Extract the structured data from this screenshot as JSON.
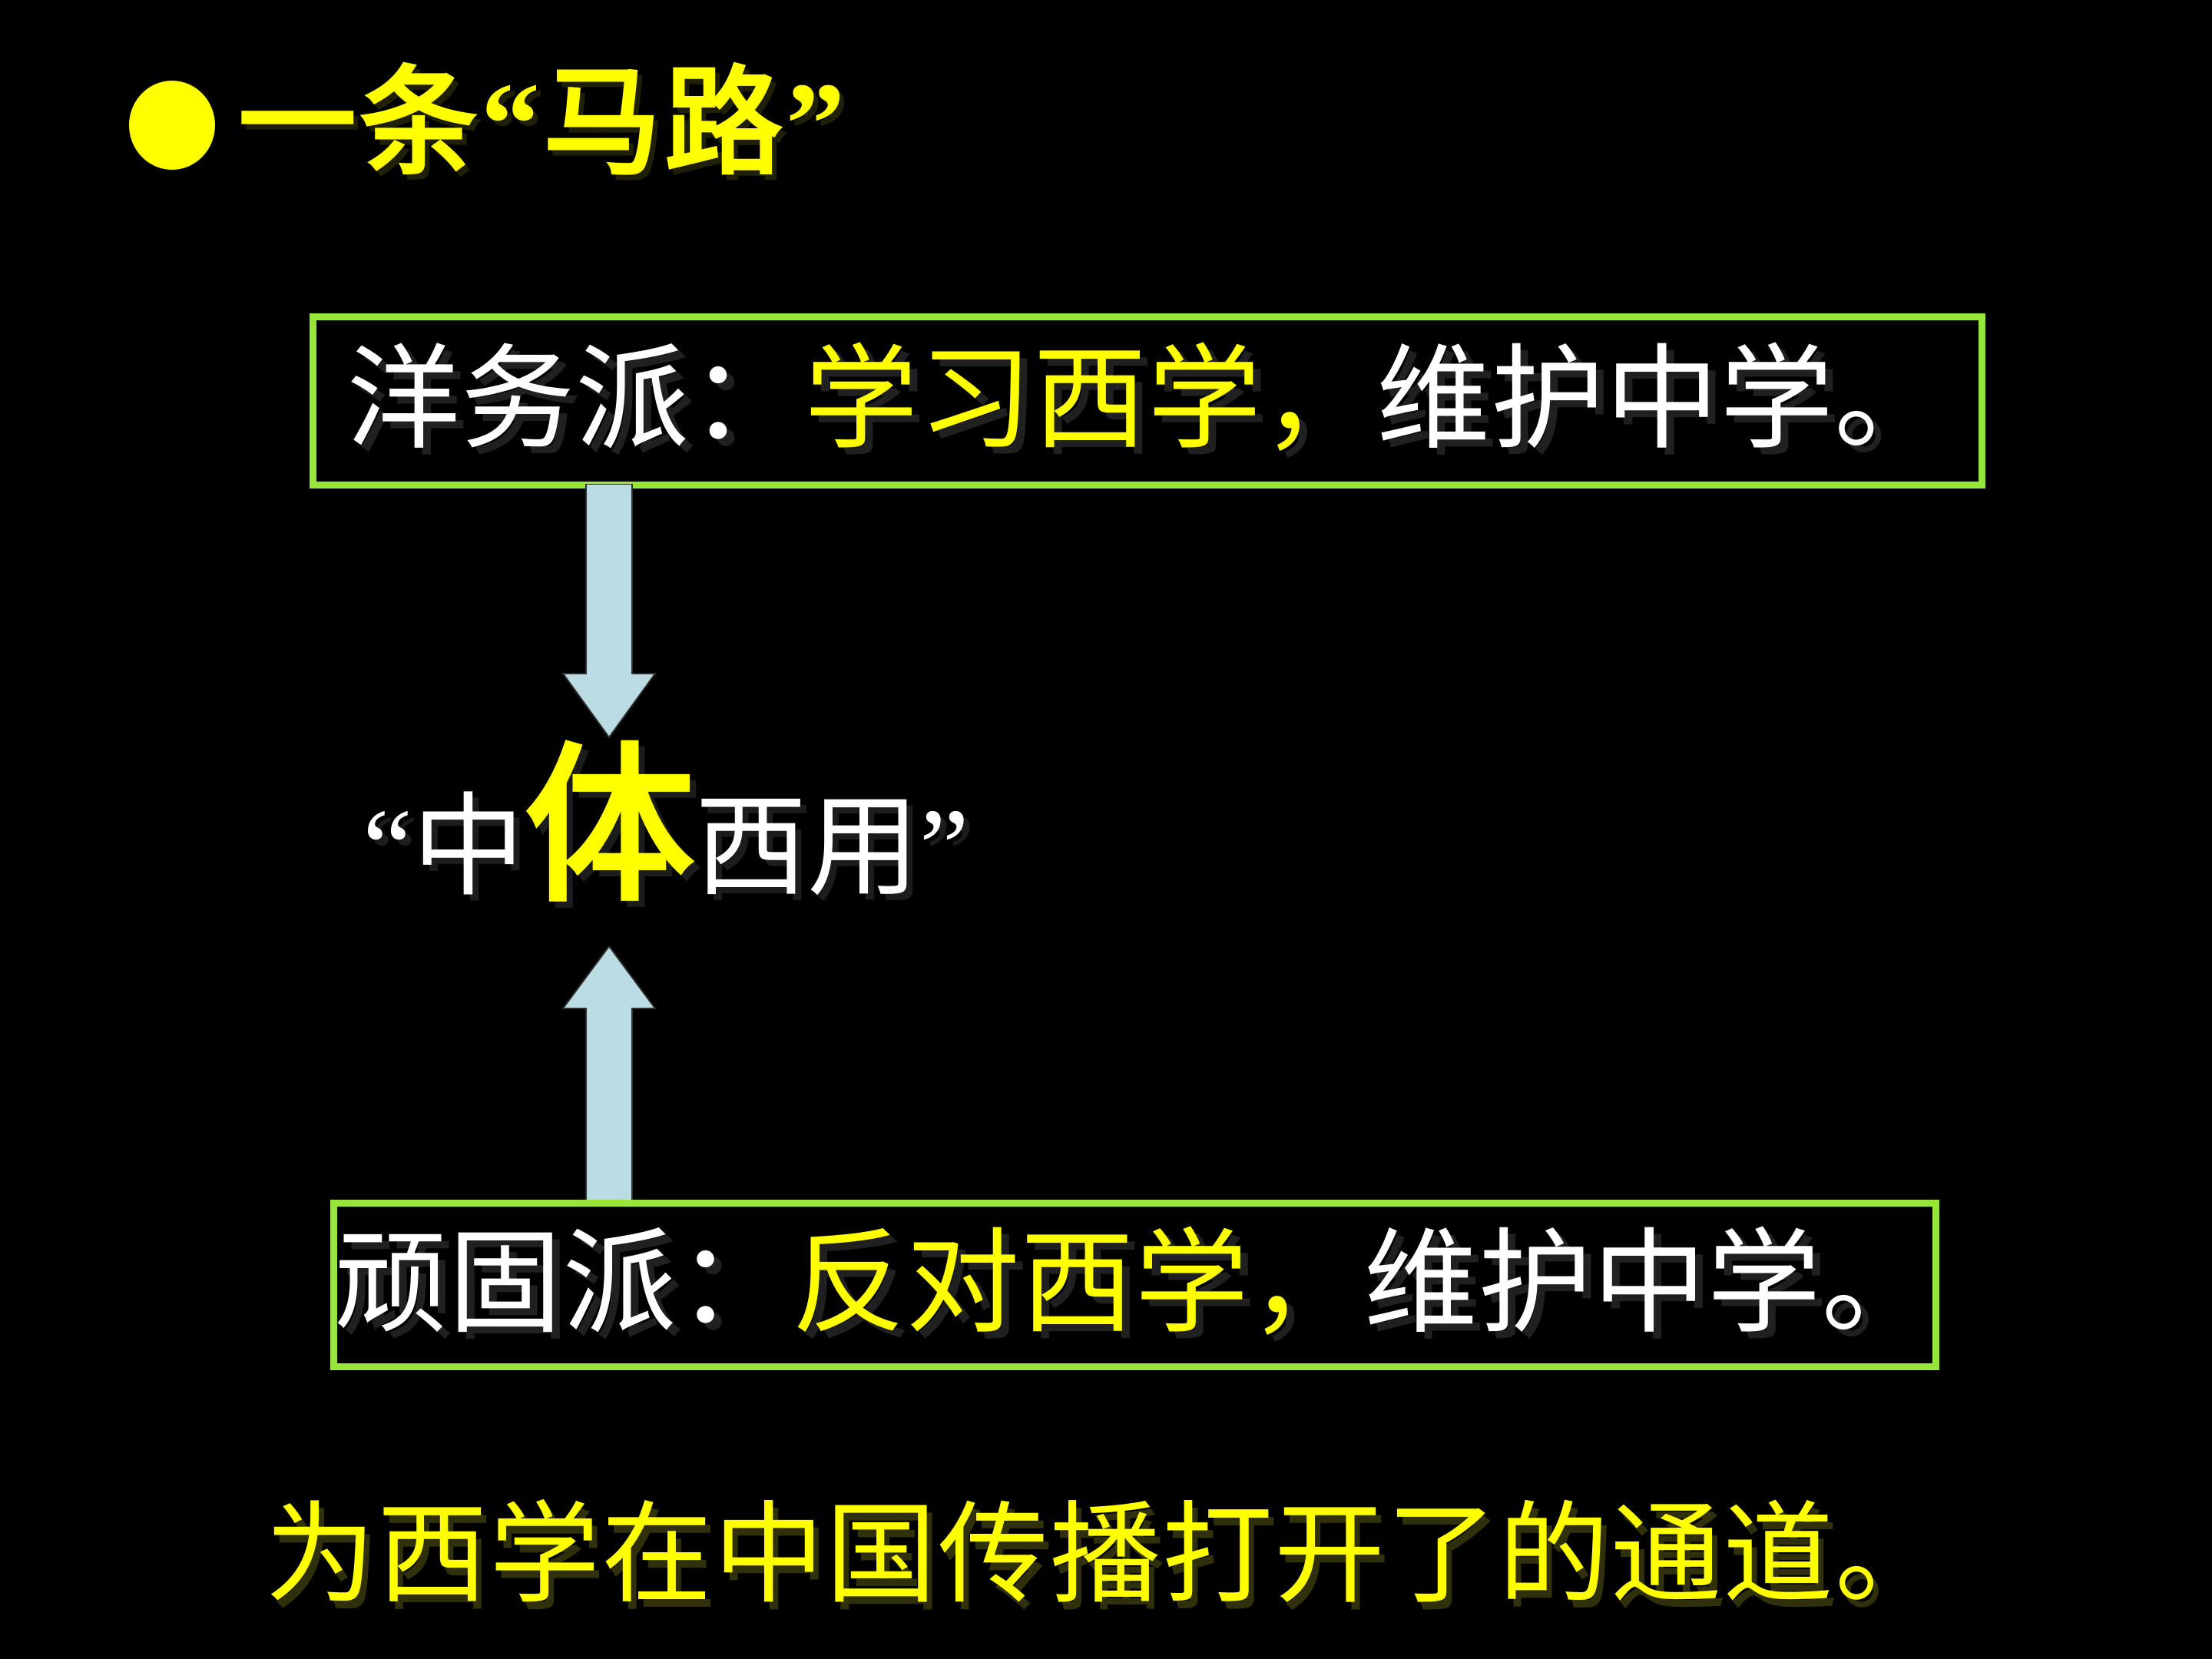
{
  "slide": {
    "title": {
      "bullet_icon": "circle-bullet",
      "text": "一条“马路”"
    },
    "box_top": {
      "part1": "洋务派：",
      "part2": "学习西学，",
      "part3": "维护中学。"
    },
    "center_term": {
      "prefix": "“中",
      "emphasis": "体",
      "suffix": "西用”"
    },
    "box_bottom": {
      "part1": "顽固派：",
      "part2": "反对西学，",
      "part3": "维护中学。"
    },
    "conclusion": "为西学在中国传播打开了的通道。",
    "arrows": {
      "down": "down-block-arrow",
      "up": "up-block-arrow"
    }
  },
  "colors": {
    "background": "#000000",
    "accent_yellow": "#FFFF00",
    "text_white": "#FFFFFF",
    "box_border_green": "#97E63C",
    "arrow_blue": "#BCDCE3",
    "arrow_outline": "#2E2E2E"
  }
}
